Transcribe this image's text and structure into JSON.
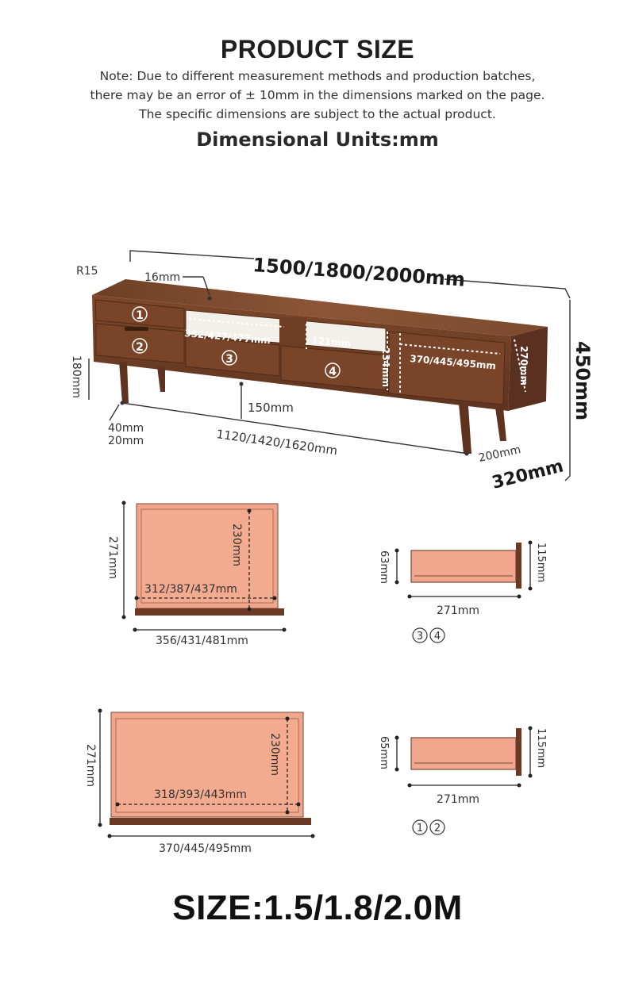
{
  "header": {
    "title": "PRODUCT SIZE",
    "note_lines": [
      "Note: Due to different measurement methods and production batches,",
      "there may be an error of ± 10mm in the dimensions marked on the page.",
      "The specific dimensions are subject to the actual product."
    ],
    "units": "Dimensional Units:mm"
  },
  "cabinet": {
    "radius": "R15",
    "thickness": "16mm",
    "width": "1500/1800/2000mm",
    "height": "450mm",
    "depth": "320mm",
    "side_depth": "200mm",
    "leg_height": "180mm",
    "leg_clearance": "150mm",
    "leg_size_a": "40mm",
    "leg_size_b": "20mm",
    "leg_span": "1120/1420/1620mm",
    "open_width": "352/427/477mm",
    "open_height": "121mm",
    "door_height": "234mm",
    "door_width": "370/445/495mm",
    "side_height": "270mm",
    "drawer_nums": [
      "1",
      "2",
      "3",
      "4"
    ]
  },
  "drawer_large_a": {
    "height": "271mm",
    "inner_height": "230mm",
    "inner_width": "312/387/437mm",
    "outer_width": "356/431/481mm"
  },
  "drawer_side_a": {
    "inner_height": "63mm",
    "outer_height": "115mm",
    "depth": "271mm",
    "tags": [
      "3",
      "4"
    ]
  },
  "drawer_large_b": {
    "height": "271mm",
    "inner_height": "230mm",
    "inner_width": "318/393/443mm",
    "outer_width": "370/445/495mm"
  },
  "drawer_side_b": {
    "inner_height": "65mm",
    "outer_height": "115mm",
    "depth": "271mm",
    "tags": [
      "1",
      "2"
    ]
  },
  "footer": {
    "size": "SIZE:1.5/1.8/2.0M"
  },
  "colors": {
    "wood_top": "#8a5436",
    "wood_front": "#7a4529",
    "wood_dark": "#5c3220",
    "drawer_fill": "#f0a68b",
    "drawer_edge": "#7a4a35"
  }
}
